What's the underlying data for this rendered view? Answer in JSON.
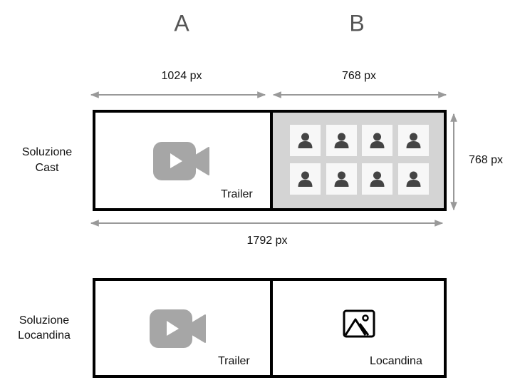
{
  "columns": {
    "a": "A",
    "b": "B"
  },
  "dimensions": {
    "width_a": "1024 px",
    "width_b": "768 px",
    "height": "768 px",
    "total_width": "1792 px"
  },
  "rows": [
    {
      "label_line1": "Soluzione",
      "label_line2": "Cast",
      "cell_a_label": "Trailer",
      "cell_a_icon": "video-camera-icon",
      "cell_b_icon": "person-icon",
      "cast_tiles": 8
    },
    {
      "label_line1": "Soluzione",
      "label_line2": "Locandina",
      "cell_a_label": "Trailer",
      "cell_a_icon": "video-camera-icon",
      "cell_b_label": "Locandina",
      "cell_b_icon": "image-icon"
    }
  ],
  "colors": {
    "arrow": "#999999",
    "icon": "#a6a6a6",
    "cast_bg": "#d4d4d4",
    "person": "#444444"
  }
}
